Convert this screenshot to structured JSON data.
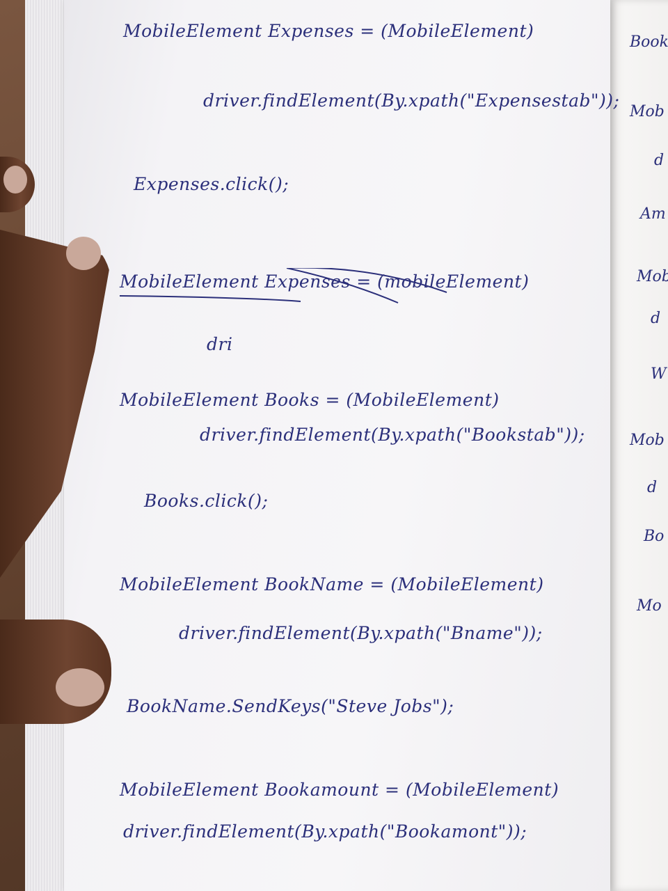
{
  "notebook": {
    "lines": [
      "MobileElement Expenses = (MobileElement)",
      "driver.findElement(By.xpath(\"Expensestab\"));",
      "Expenses.click();",
      "MobileElement Expenses = (mobileElement)",
      "dri",
      "MobileElement Books = (MobileElement)",
      "driver.findElement(By.xpath(\"Bookstab\"));",
      "Books.click();",
      "MobileElement BookName = (MobileElement)",
      "driver.findElement(By.xpath(\"Bname\"));",
      "BookName.SendKeys(\"Steve Jobs\");",
      "MobileElement Bookamount = (MobileElement)",
      "driver.findElement(By.xpath(\"Bookamont\"));"
    ],
    "side_fragments": [
      "Book",
      "Mob",
      "d",
      "Am",
      "Mob",
      "d",
      "W",
      "Mob",
      "d",
      "Bo",
      "Mo"
    ]
  },
  "colors": {
    "ink": "#2b2f7a",
    "paper": "#f5f4f7",
    "desk": "#6b4a36"
  }
}
